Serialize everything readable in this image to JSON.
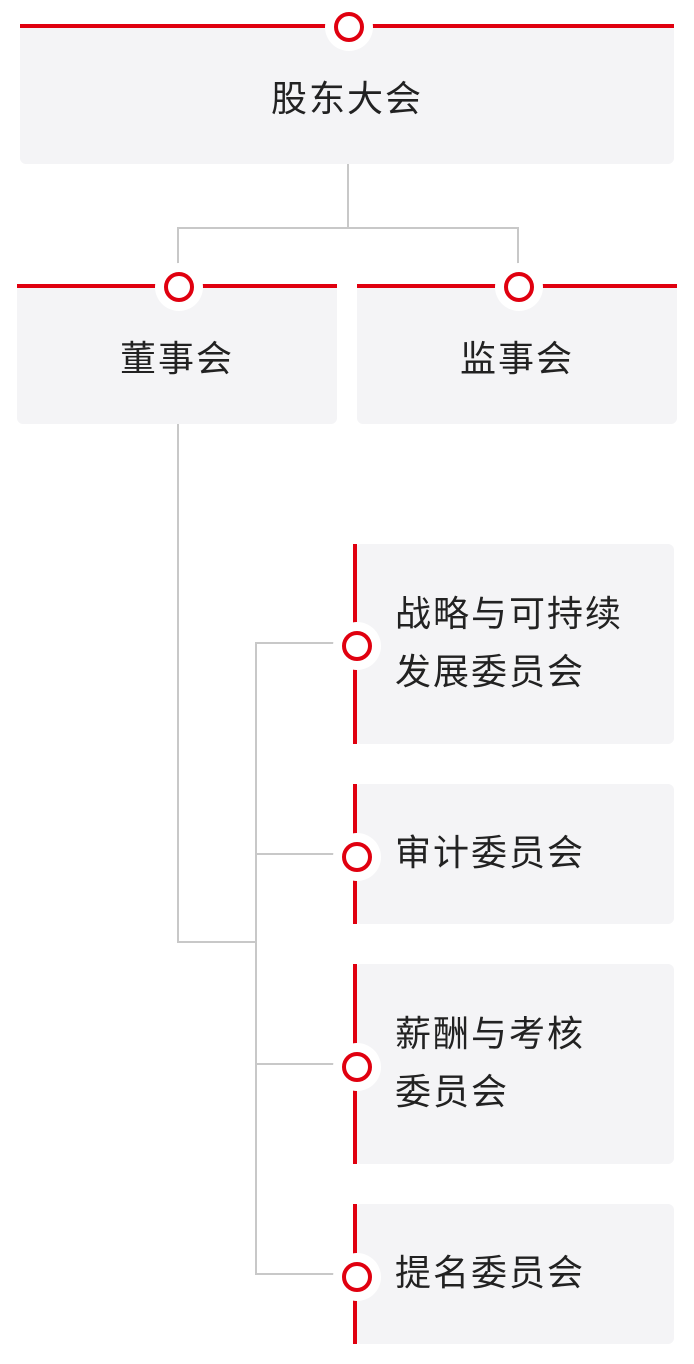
{
  "colors": {
    "accent": "#e0000f",
    "box_bg": "#f4f4f6",
    "connector": "#c8c8c8",
    "text": "#222222"
  },
  "nodes": {
    "shareholders": "股东大会",
    "board": "董事会",
    "supervisory": "监事会",
    "committees": [
      {
        "lines": [
          "战略与可持续",
          "发展委员会"
        ]
      },
      {
        "lines": [
          "审计委员会"
        ]
      },
      {
        "lines": [
          "薪酬与考核",
          "委员会"
        ]
      },
      {
        "lines": [
          "提名委员会"
        ]
      }
    ]
  }
}
